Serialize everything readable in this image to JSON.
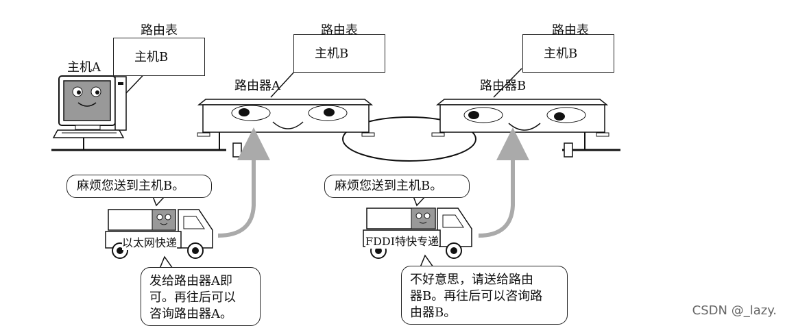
{
  "routing_table_title": "路由表",
  "routing_tables": [
    {
      "destination": "主机B"
    },
    {
      "destination": "主机B"
    },
    {
      "destination": "主机B"
    }
  ],
  "host_a_label": "主机A",
  "router_a_label": "路由器A",
  "router_b_label": "路由器B",
  "left_request": "麻烦您送到主机B。",
  "right_request": "麻烦您送到主机B。",
  "left_truck_label": "以太网快递",
  "right_truck_label": "FDDI特快专递",
  "left_reply": "发给路由器A即\n可。再往后可以\n咨询路由器A。",
  "right_reply": "不好意思，请送给路由\n器B。再往后可以咨询路\n由器B。",
  "watermark": "CSDN @_lazy."
}
